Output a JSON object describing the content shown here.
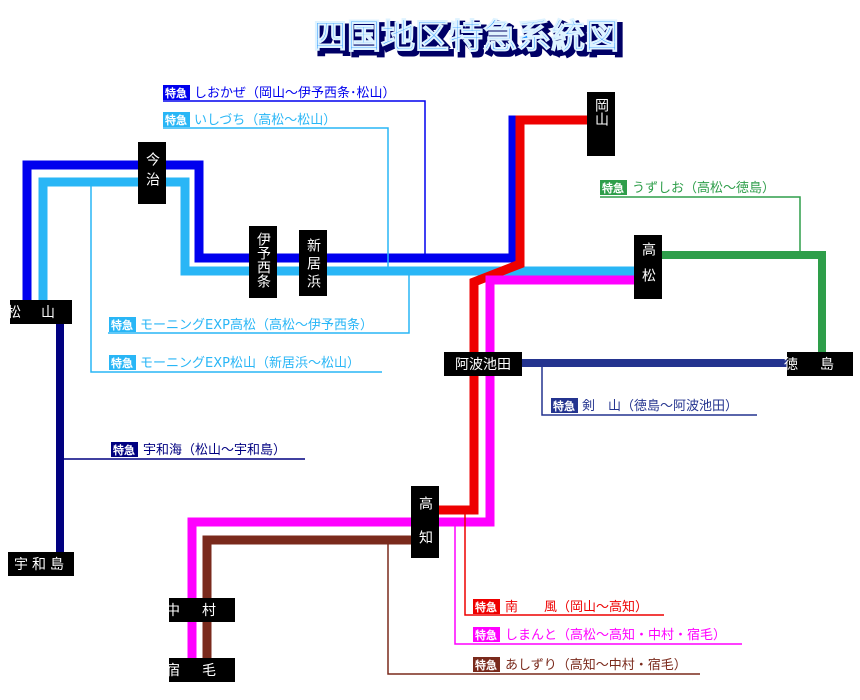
{
  "title": "四国地区特急系統図",
  "colors": {
    "shiokaze": "#0000ee",
    "ishizuchi": "#29b6f6",
    "uwakai": "#000080",
    "uzushio": "#2e9e4a",
    "tsurugi": "#24348f",
    "nanpu": "#ee0000",
    "shimanto": "#ff00ff",
    "ashizuri": "#7a2a1c"
  },
  "stations": {
    "okayama": "岡山",
    "imabari": "今治",
    "iyosaijo": "伊予西条",
    "niihama": "新居浜",
    "takamatsu": "高松",
    "matsuyama": "松山",
    "awaikeda": "阿波池田",
    "tokushima": "徳島",
    "kochi": "高知",
    "uwajima": "宇和島",
    "nakamura": "中村",
    "sukumo": "宿毛"
  },
  "trains": {
    "shiokaze": {
      "tag": "特急",
      "label": "しおかぜ（岡山～伊予西条･松山）"
    },
    "ishizuchi": {
      "tag": "特急",
      "label": "いしづち（高松～松山）"
    },
    "uzushio": {
      "tag": "特急",
      "label": "うずしお（高松～徳島）"
    },
    "morning_takamatsu": {
      "tag": "特急",
      "label": "モーニングEXP高松（高松～伊予西条）"
    },
    "morning_matsuyama": {
      "tag": "特急",
      "label": "モーニングEXP松山（新居浜～松山）"
    },
    "tsurugi": {
      "tag": "特急",
      "label": "剣　山（徳島～阿波池田）"
    },
    "uwakai": {
      "tag": "特急",
      "label": "宇和海（松山～宇和島）"
    },
    "nanpu": {
      "tag": "特急",
      "label": "南　　風（岡山～高知）"
    },
    "shimanto": {
      "tag": "特急",
      "label": "しまんと（高松～高知・中村・宿毛）"
    },
    "ashizuri": {
      "tag": "特急",
      "label": "あしずり（高知～中村・宿毛）"
    }
  }
}
